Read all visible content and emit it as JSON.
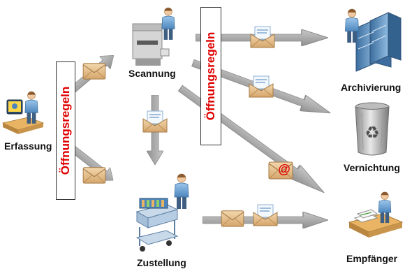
{
  "nodes": {
    "erfassung": "Erfassung",
    "scannung": "Scannung",
    "archivierung": "Archivierung",
    "vernichtung": "Vernichtung",
    "zustellung": "Zustellung",
    "empfaenger": "Empfänger"
  },
  "rules": {
    "left": "Öffnungsregeln",
    "top": "Öffnungsregeln"
  },
  "icons": {
    "email_symbol": "@"
  },
  "colors": {
    "arrow": "#a6a6a6",
    "rule_text": "#e00000",
    "envelope": "#e6c497",
    "person": "#6aa2d6"
  }
}
